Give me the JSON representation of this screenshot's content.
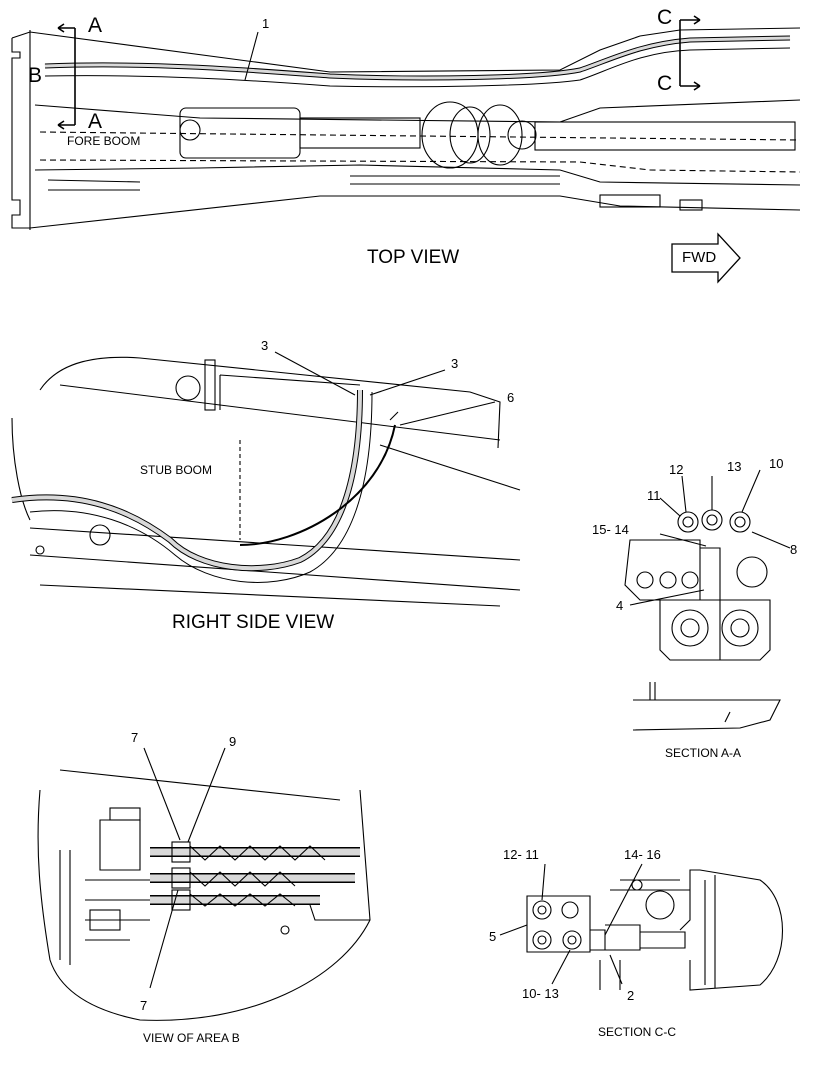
{
  "views": {
    "top_view": {
      "title": "TOP VIEW",
      "label_fore_boom": "FORE BOOM",
      "fwd_arrow": "FWD",
      "section_marks": [
        "A",
        "A",
        "B",
        "C",
        "C"
      ],
      "callouts": [
        "1"
      ]
    },
    "right_side_view": {
      "title": "RIGHT SIDE VIEW",
      "label_stub_boom": "STUB BOOM",
      "callouts": [
        "3",
        "3",
        "6"
      ]
    },
    "section_a": {
      "title": "SECTION A-A",
      "callouts": [
        "12",
        "13",
        "10",
        "11",
        "15- 14",
        "8",
        "4"
      ]
    },
    "area_b": {
      "title": "VIEW OF AREA B",
      "callouts": [
        "7",
        "9",
        "7"
      ]
    },
    "section_c": {
      "title": "SECTION C-C",
      "callouts": [
        "12- 11",
        "14- 16",
        "5",
        "10- 13",
        "2"
      ]
    }
  },
  "colors": {
    "line": "#000000",
    "background": "#ffffff",
    "hose_fill": "#d9d9d9"
  }
}
